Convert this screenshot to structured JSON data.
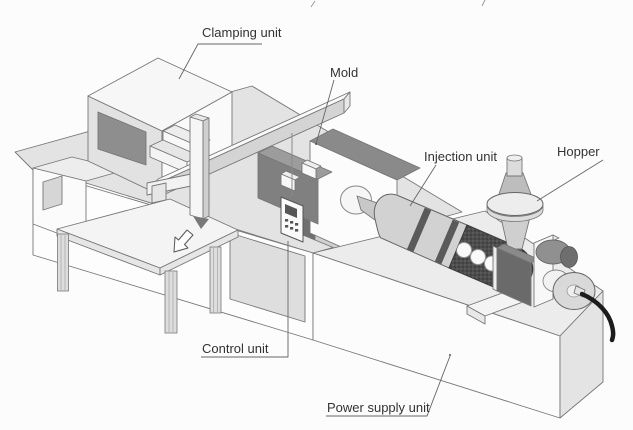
{
  "diagram": {
    "labels": {
      "clamping_unit": "Clamping unit",
      "mold": "Mold",
      "injection_unit": "Injection unit",
      "hopper": "Hopper",
      "control_unit": "Control unit",
      "power_supply_unit": "Power supply unit"
    },
    "colors": {
      "background": "#fcfcfc",
      "outline": "#777777",
      "label_text": "#333333",
      "leader_line": "#666666",
      "white_face": "#fbfbfb",
      "light_gray_face": "#e3e3e3",
      "mid_gray": "#c8c8c8",
      "dark_panel": "#8a8a8a",
      "mold_block": "#808080",
      "cutaway_dark": "#4d4d4d",
      "cable_black": "#1c1c1c"
    }
  }
}
